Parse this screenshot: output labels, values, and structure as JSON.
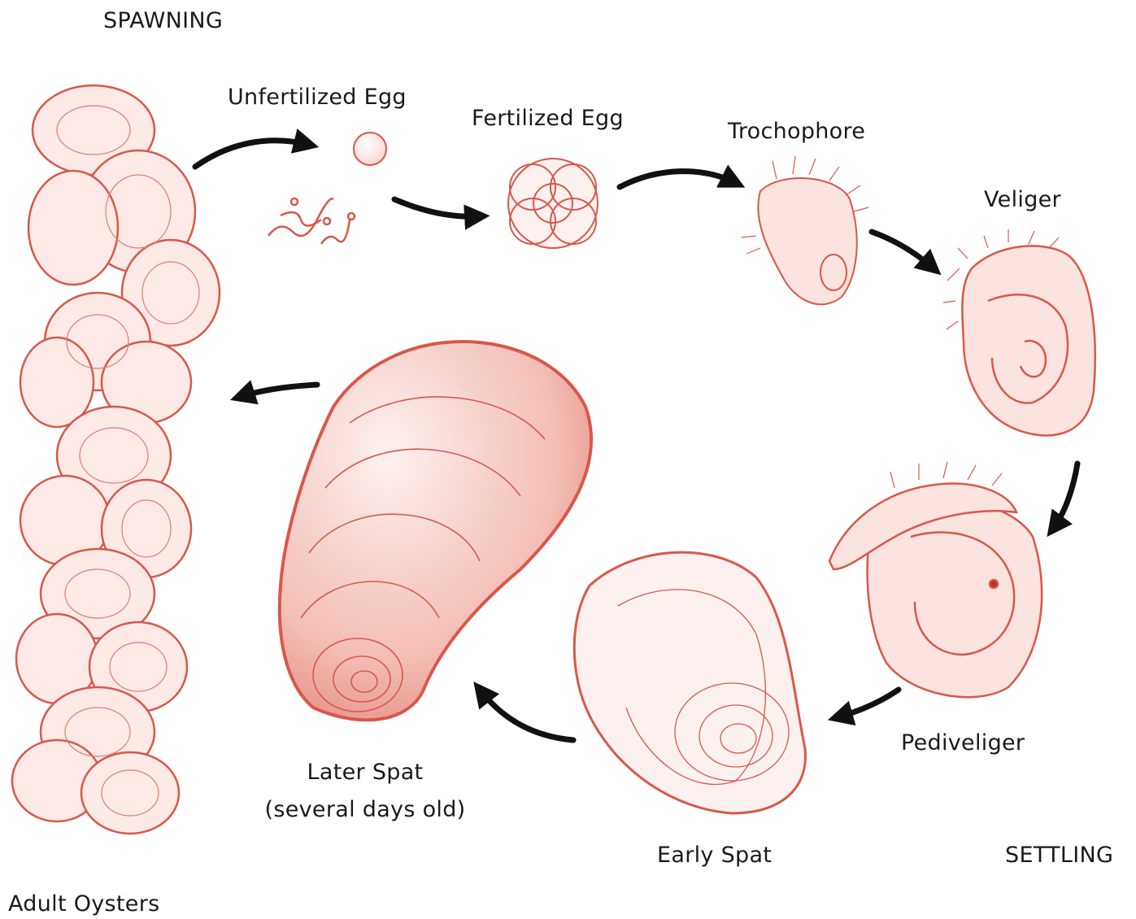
{
  "colors": {
    "ink": "#d9574a",
    "fill": "#fbe3df",
    "fill_dark": "#e48a80",
    "arrow": "#111111"
  },
  "labels": {
    "spawning": "SPAWNING",
    "settling": "SETTLING",
    "adult_oysters": "Adult Oysters",
    "unfertilized_egg": "Unfertilized Egg",
    "fertilized_egg": "Fertilized Egg",
    "trochophore": "Trochophore",
    "veliger": "Veliger",
    "pediveliger": "Pediveliger",
    "early_spat": "Early Spat",
    "later_spat_line1": "Later Spat",
    "later_spat_line2": "(several days old)"
  }
}
